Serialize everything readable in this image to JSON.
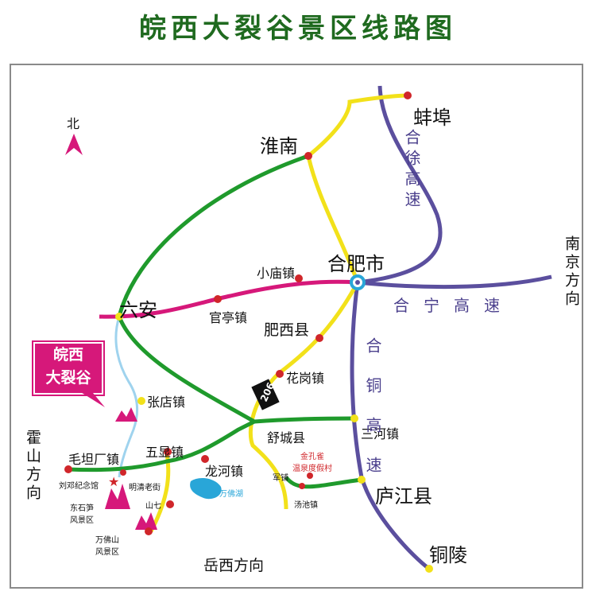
{
  "title": "皖西大裂谷景区线路图",
  "compass": {
    "label": "北"
  },
  "cities": {
    "huainan": "淮南",
    "bengbu": "蚌埠",
    "hefei": "合肥市",
    "luan": "六安",
    "xiaomiao": "小庙镇",
    "guanting": "官亭镇",
    "feixi": "肥西县",
    "huagang": "花岗镇",
    "zhangdian": "张店镇",
    "shucheng": "舒城县",
    "sanhe": "三河镇",
    "longhe": "龙河镇",
    "wuxian": "五显镇",
    "maotanchang": "毛坦厂镇",
    "lujiang": "庐江县",
    "tongling": "铜陵",
    "liudeng": "刘邓纪念馆",
    "mingqing": "明清老街",
    "dongshisun": "东石笋\n风景区",
    "shanqi": "山七",
    "wanfoshan": "万佛山\n风景区",
    "wanfohu": "万佛湖",
    "junpu": "军铺",
    "tangchi": "汤池镇",
    "jinkongque": "金孔雀\n温泉度假村"
  },
  "highways": {
    "hexu": "合徐高速",
    "hening": "合宁高速",
    "hetong": "合铜高速",
    "route206": "206"
  },
  "directions": {
    "nanjing": "南京方向",
    "huoshan": "霍山方向",
    "yuexi": "岳西方向"
  },
  "badge": {
    "line1": "皖西",
    "line2": "大裂谷"
  },
  "colors": {
    "green": "#1f9a2c",
    "yellow": "#f2e11a",
    "magenta": "#d6187a",
    "purple": "#5b4f9e",
    "node": "#d0262a"
  }
}
